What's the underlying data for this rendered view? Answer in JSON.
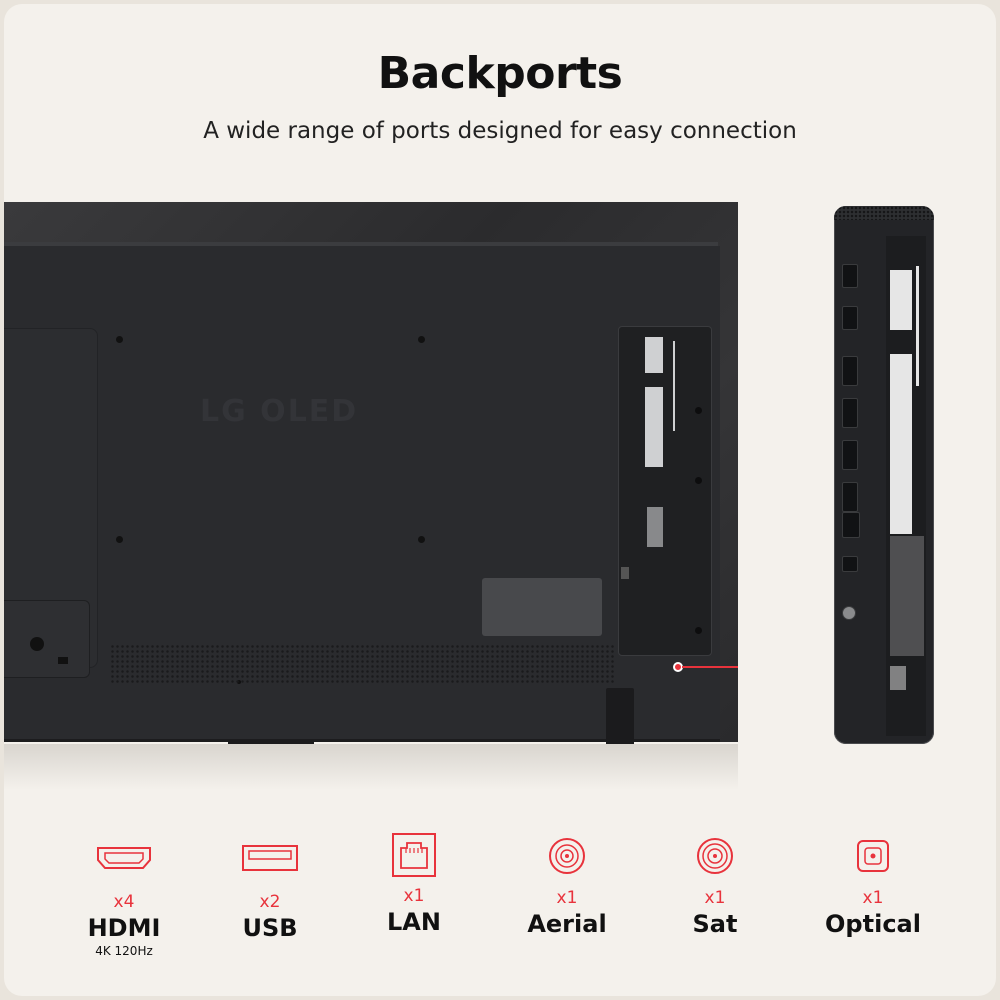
{
  "header": {
    "title": "Backports",
    "subtitle": "A wide range of ports designed for easy connection"
  },
  "tv": {
    "logo_text": "LG OLED"
  },
  "colors": {
    "accent": "#e8333c",
    "background": "#f4f1ec",
    "text": "#111111"
  },
  "ports": [
    {
      "icon": "hdmi-icon",
      "count": "x4",
      "name": "HDMI",
      "detail": "4K 120Hz"
    },
    {
      "icon": "usb-icon",
      "count": "x2",
      "name": "USB",
      "detail": ""
    },
    {
      "icon": "lan-icon",
      "count": "x1",
      "name": "LAN",
      "detail": ""
    },
    {
      "icon": "aerial-icon",
      "count": "x1",
      "name": "Aerial",
      "detail": ""
    },
    {
      "icon": "sat-icon",
      "count": "x1",
      "name": "Sat",
      "detail": ""
    },
    {
      "icon": "optical-icon",
      "count": "x1",
      "name": "Optical",
      "detail": ""
    }
  ]
}
